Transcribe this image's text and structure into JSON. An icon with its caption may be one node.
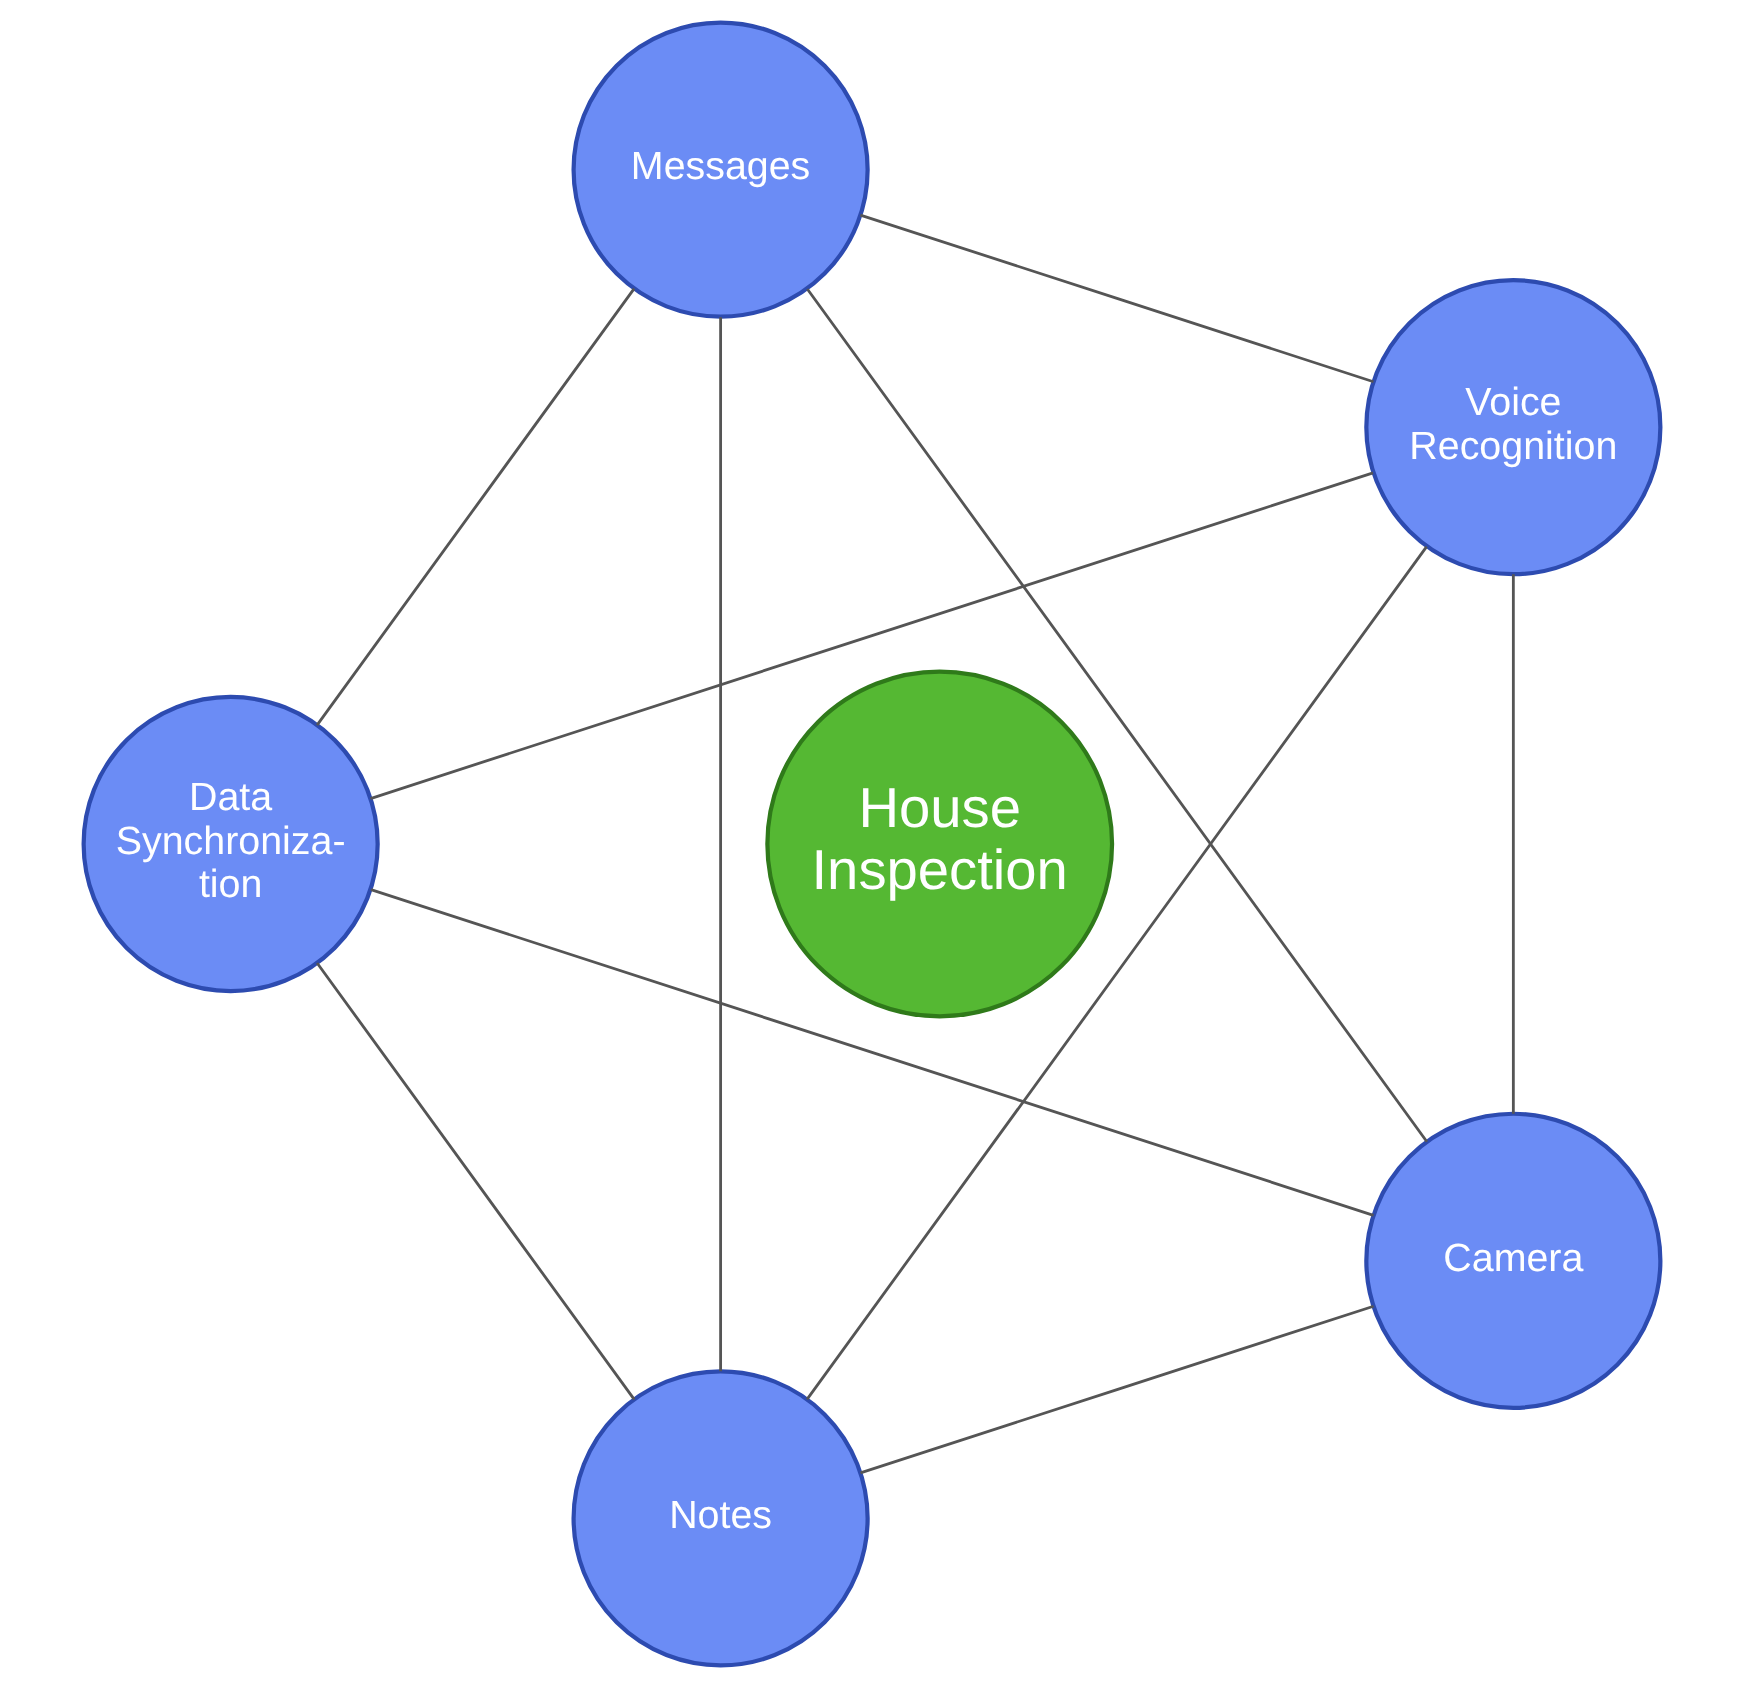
{
  "diagram": {
    "nodes": [
      {
        "text": [
          "House Inspection"
        ]
      },
      {
        "text": [
          "Voice Recognition"
        ]
      },
      {
        "text": [
          "Messages"
        ]
      },
      {
        "text": [
          "Data Synchroniza- tion"
        ]
      },
      {
        "text": [
          "Notes"
        ]
      },
      {
        "text": [
          "Camera"
        ]
      }
    ],
    "edges": [
      {
        "from": 1,
        "to": 2,
        "arrow": "none"
      },
      {
        "from": 1,
        "to": 3,
        "arrow": "none"
      },
      {
        "from": 1,
        "to": 4,
        "arrow": "none"
      },
      {
        "from": 1,
        "to": 5,
        "arrow": "none"
      },
      {
        "from": 2,
        "to": 3,
        "arrow": "none"
      },
      {
        "from": 2,
        "to": 4,
        "arrow": "none"
      },
      {
        "from": 2,
        "to": 5,
        "arrow": "none"
      },
      {
        "from": 3,
        "to": 4,
        "arrow": "none"
      },
      {
        "from": 3,
        "to": 5,
        "arrow": "none"
      },
      {
        "from": 4,
        "to": 5,
        "arrow": "none"
      }
    ]
  }
}
